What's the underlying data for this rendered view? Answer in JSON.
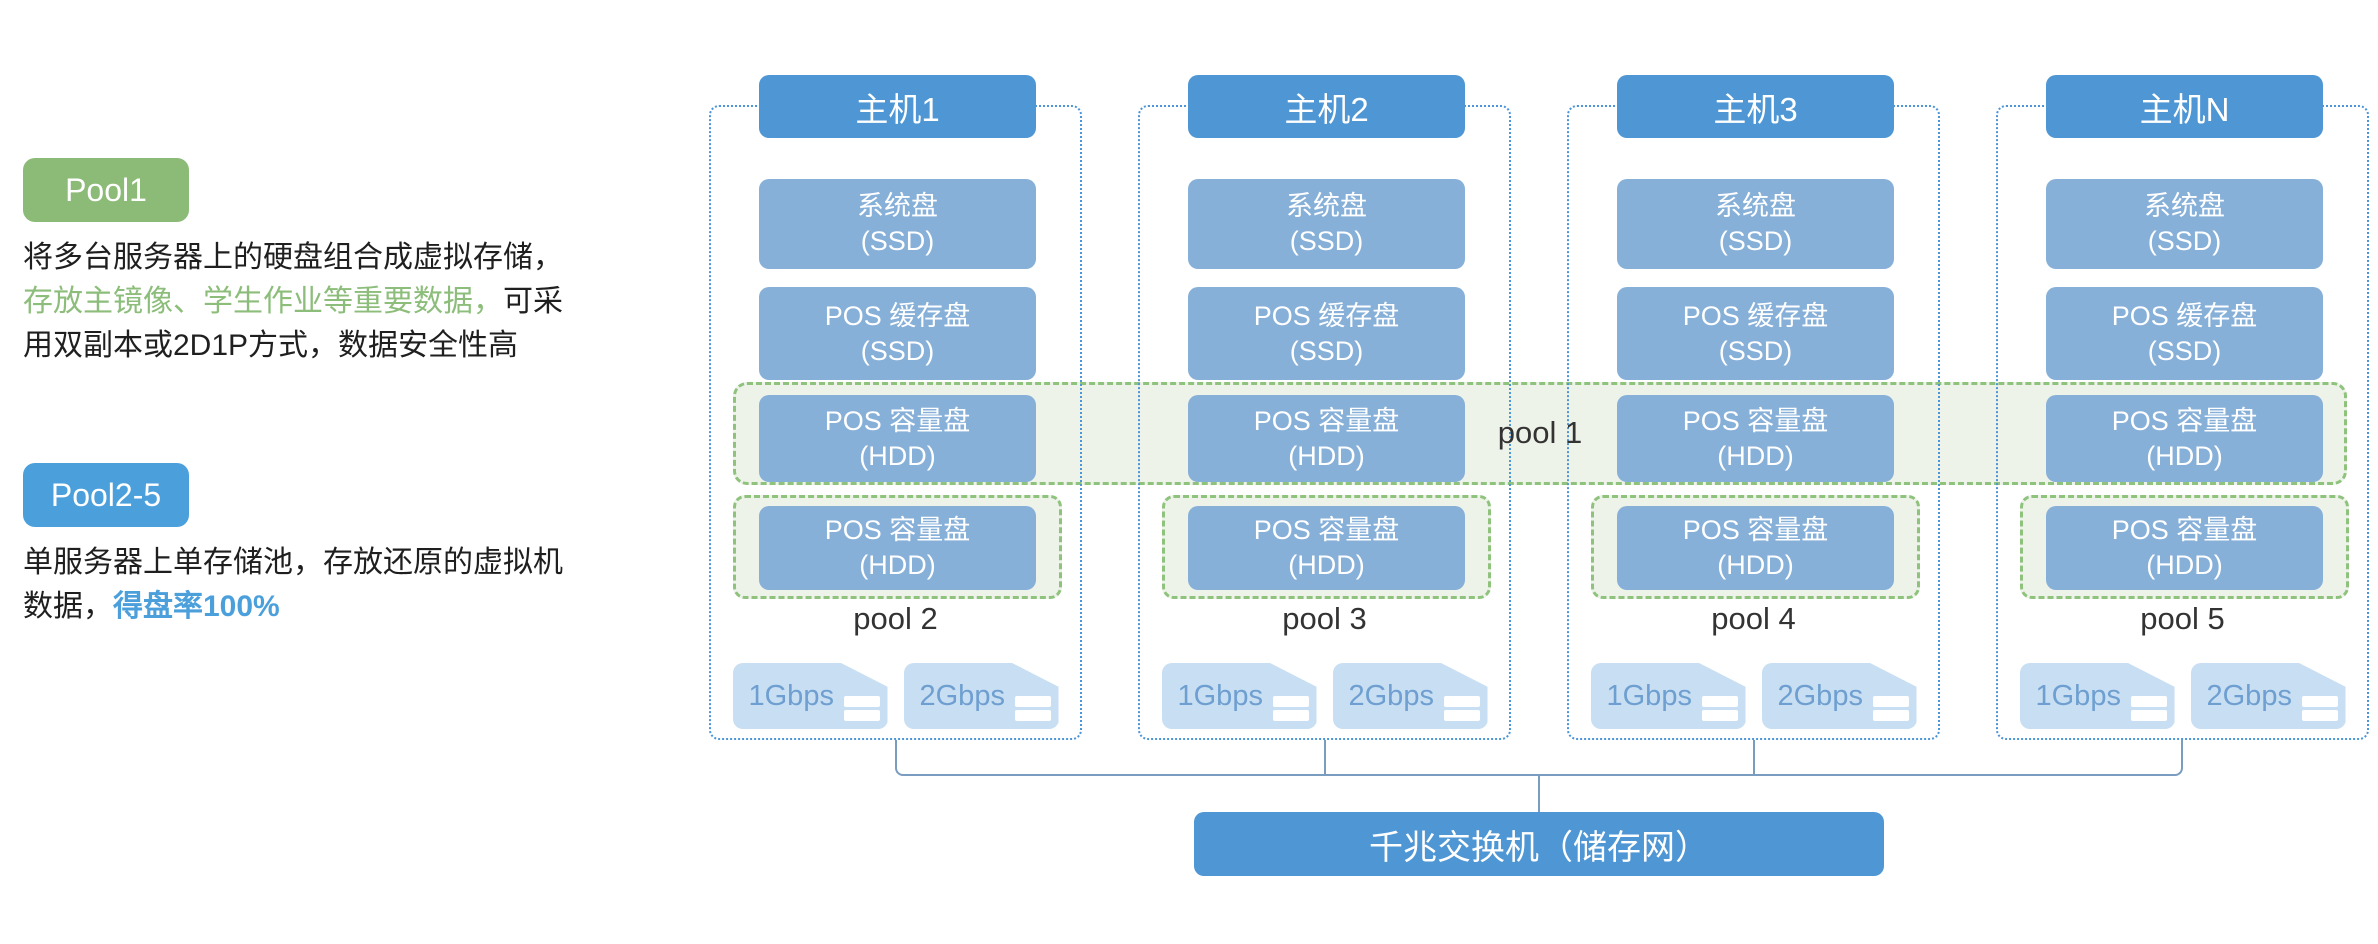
{
  "pool1_section": {
    "badge": "Pool1",
    "line1": "将多台服务器上的硬盘组合成虚拟存储，",
    "line2_highlight": "存放主镜像、学生作业等重要数据，",
    "line2_rest": "可采",
    "line3": "用双副本或2D1P方式，数据安全性高"
  },
  "pool25_section": {
    "badge": "Pool2-5",
    "line1": "单服务器上单存储池，存放还原的虚拟机",
    "line2_rest": "数据，",
    "line2_highlight": "得盘率100%"
  },
  "disks": {
    "system": [
      "系统盘",
      "(SSD)"
    ],
    "cache": [
      "POS 缓存盘",
      "(SSD)"
    ],
    "capacity": [
      "POS 容量盘",
      "(HDD)"
    ]
  },
  "hosts": [
    {
      "title": "主机1",
      "pool": "pool 2"
    },
    {
      "title": "主机2",
      "pool": "pool 3"
    },
    {
      "title": "主机3",
      "pool": "pool 4"
    },
    {
      "title": "主机N",
      "pool": "pool 5"
    }
  ],
  "nics": [
    "1Gbps",
    "2Gbps"
  ],
  "band": {
    "label": "pool 1"
  },
  "switch": {
    "label": "千兆交换机（储存网）"
  },
  "colors": {
    "badge_green": "#8CBA77",
    "badge_blue": "#4BA0DC",
    "highlight_green": "#8CBD7A",
    "highlight_blue": "#4BA0DC",
    "host_header_blue": "#4E96D4",
    "disk_blue": "#87B0D9",
    "pool_band_bg": "#EEF3EA",
    "pool_band_border": "#8FC37D",
    "column_border_blue": "#4D95D9",
    "connector": "#7A9CBE",
    "nic_bg": "#C7DEF3",
    "nic_text": "#6E9FD0",
    "switch_blue": "#4E96D4"
  }
}
